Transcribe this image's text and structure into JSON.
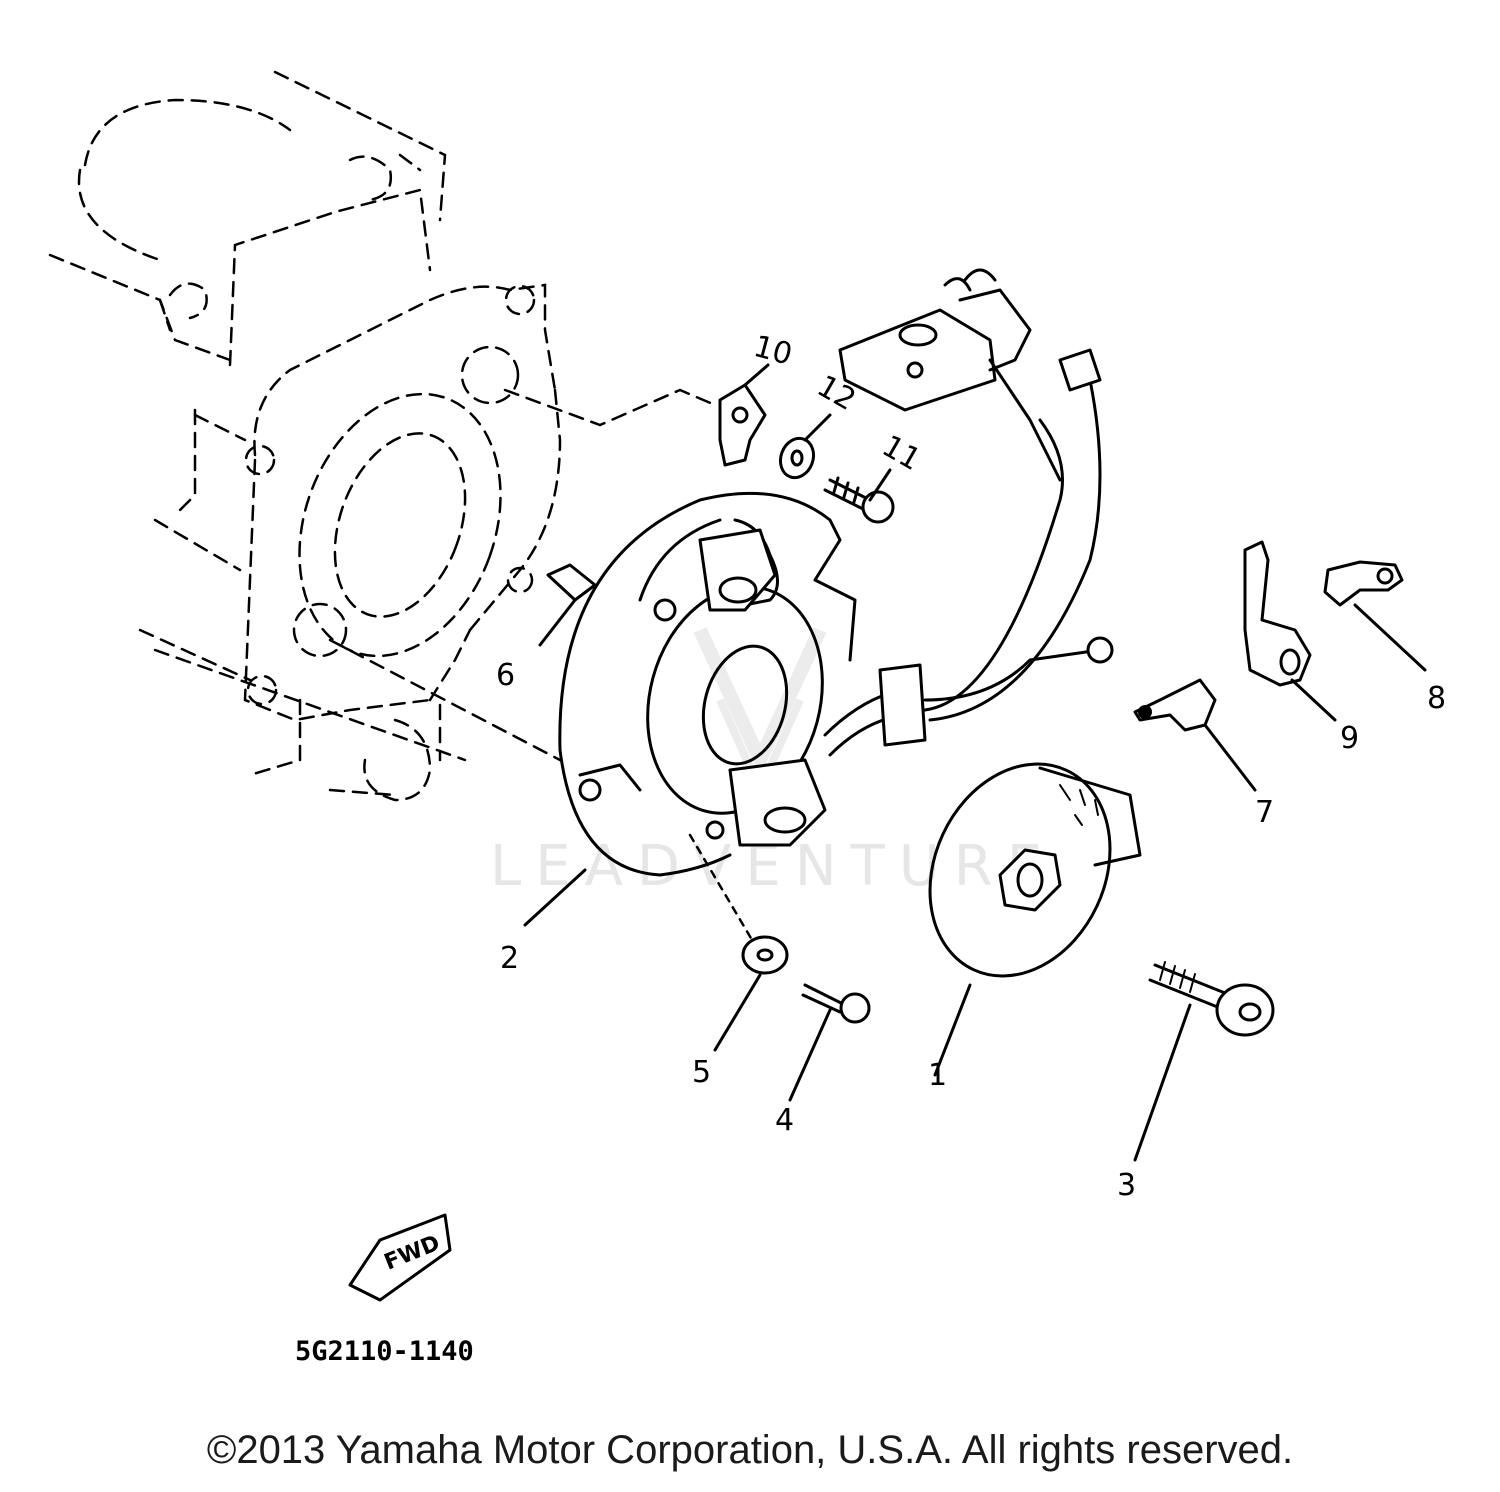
{
  "diagram": {
    "callouts": [
      "1",
      "2",
      "3",
      "4",
      "5",
      "6",
      "7",
      "8",
      "9",
      "10",
      "11",
      "12"
    ],
    "fwd_label": "FWD",
    "diagram_code": "5G2110-1140",
    "watermark": "LEADVENTURE"
  },
  "footer": {
    "copyright": "©2013 Yamaha Motor Corporation, U.S.A. All rights reserved."
  },
  "colors": {
    "line": "#000000",
    "background": "#ffffff",
    "watermark": "#e6e6e6"
  }
}
